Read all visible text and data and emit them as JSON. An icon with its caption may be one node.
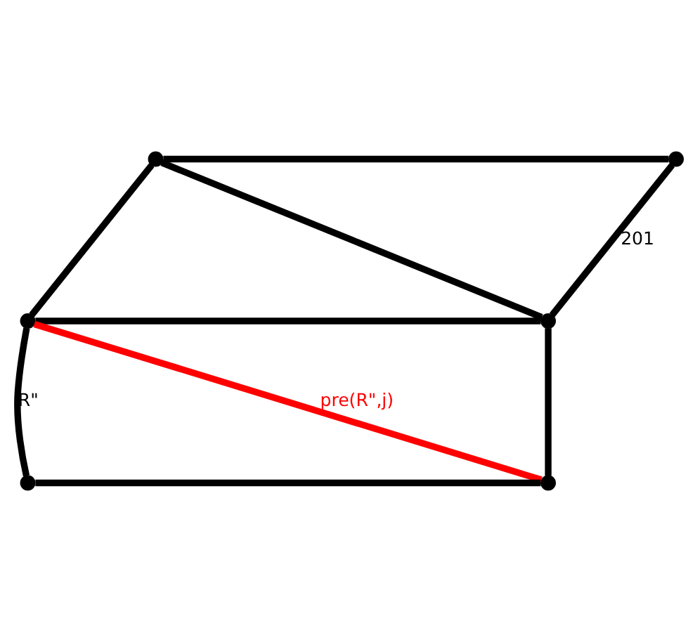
{
  "diagram": {
    "nodes": [
      {
        "text": [],
        "shape": "circle"
      },
      {
        "text": [],
        "shape": "circle"
      },
      {
        "text": [],
        "shape": "circle"
      },
      {
        "text": [],
        "shape": "circle"
      },
      {
        "text": [],
        "shape": "circle"
      },
      {
        "text": [],
        "shape": "circle"
      }
    ],
    "edges": [
      {
        "from": 0,
        "to": 1,
        "arrow": "none"
      },
      {
        "from": 0,
        "to": 2,
        "arrow": "none"
      },
      {
        "from": 1,
        "to": 3,
        "arrow": "none",
        "label": "201"
      },
      {
        "from": 0,
        "to": 3,
        "arrow": "none"
      },
      {
        "from": 2,
        "to": 3,
        "arrow": "none"
      },
      {
        "from": 2,
        "to": 4,
        "arrow": "none",
        "label": "R\""
      },
      {
        "from": 3,
        "to": 5,
        "arrow": "none"
      },
      {
        "from": 2,
        "to": 5,
        "arrow": "none",
        "label": "pre(R\",j)",
        "color": "#ff0000"
      },
      {
        "from": 4,
        "to": 5,
        "arrow": "none"
      }
    ]
  }
}
